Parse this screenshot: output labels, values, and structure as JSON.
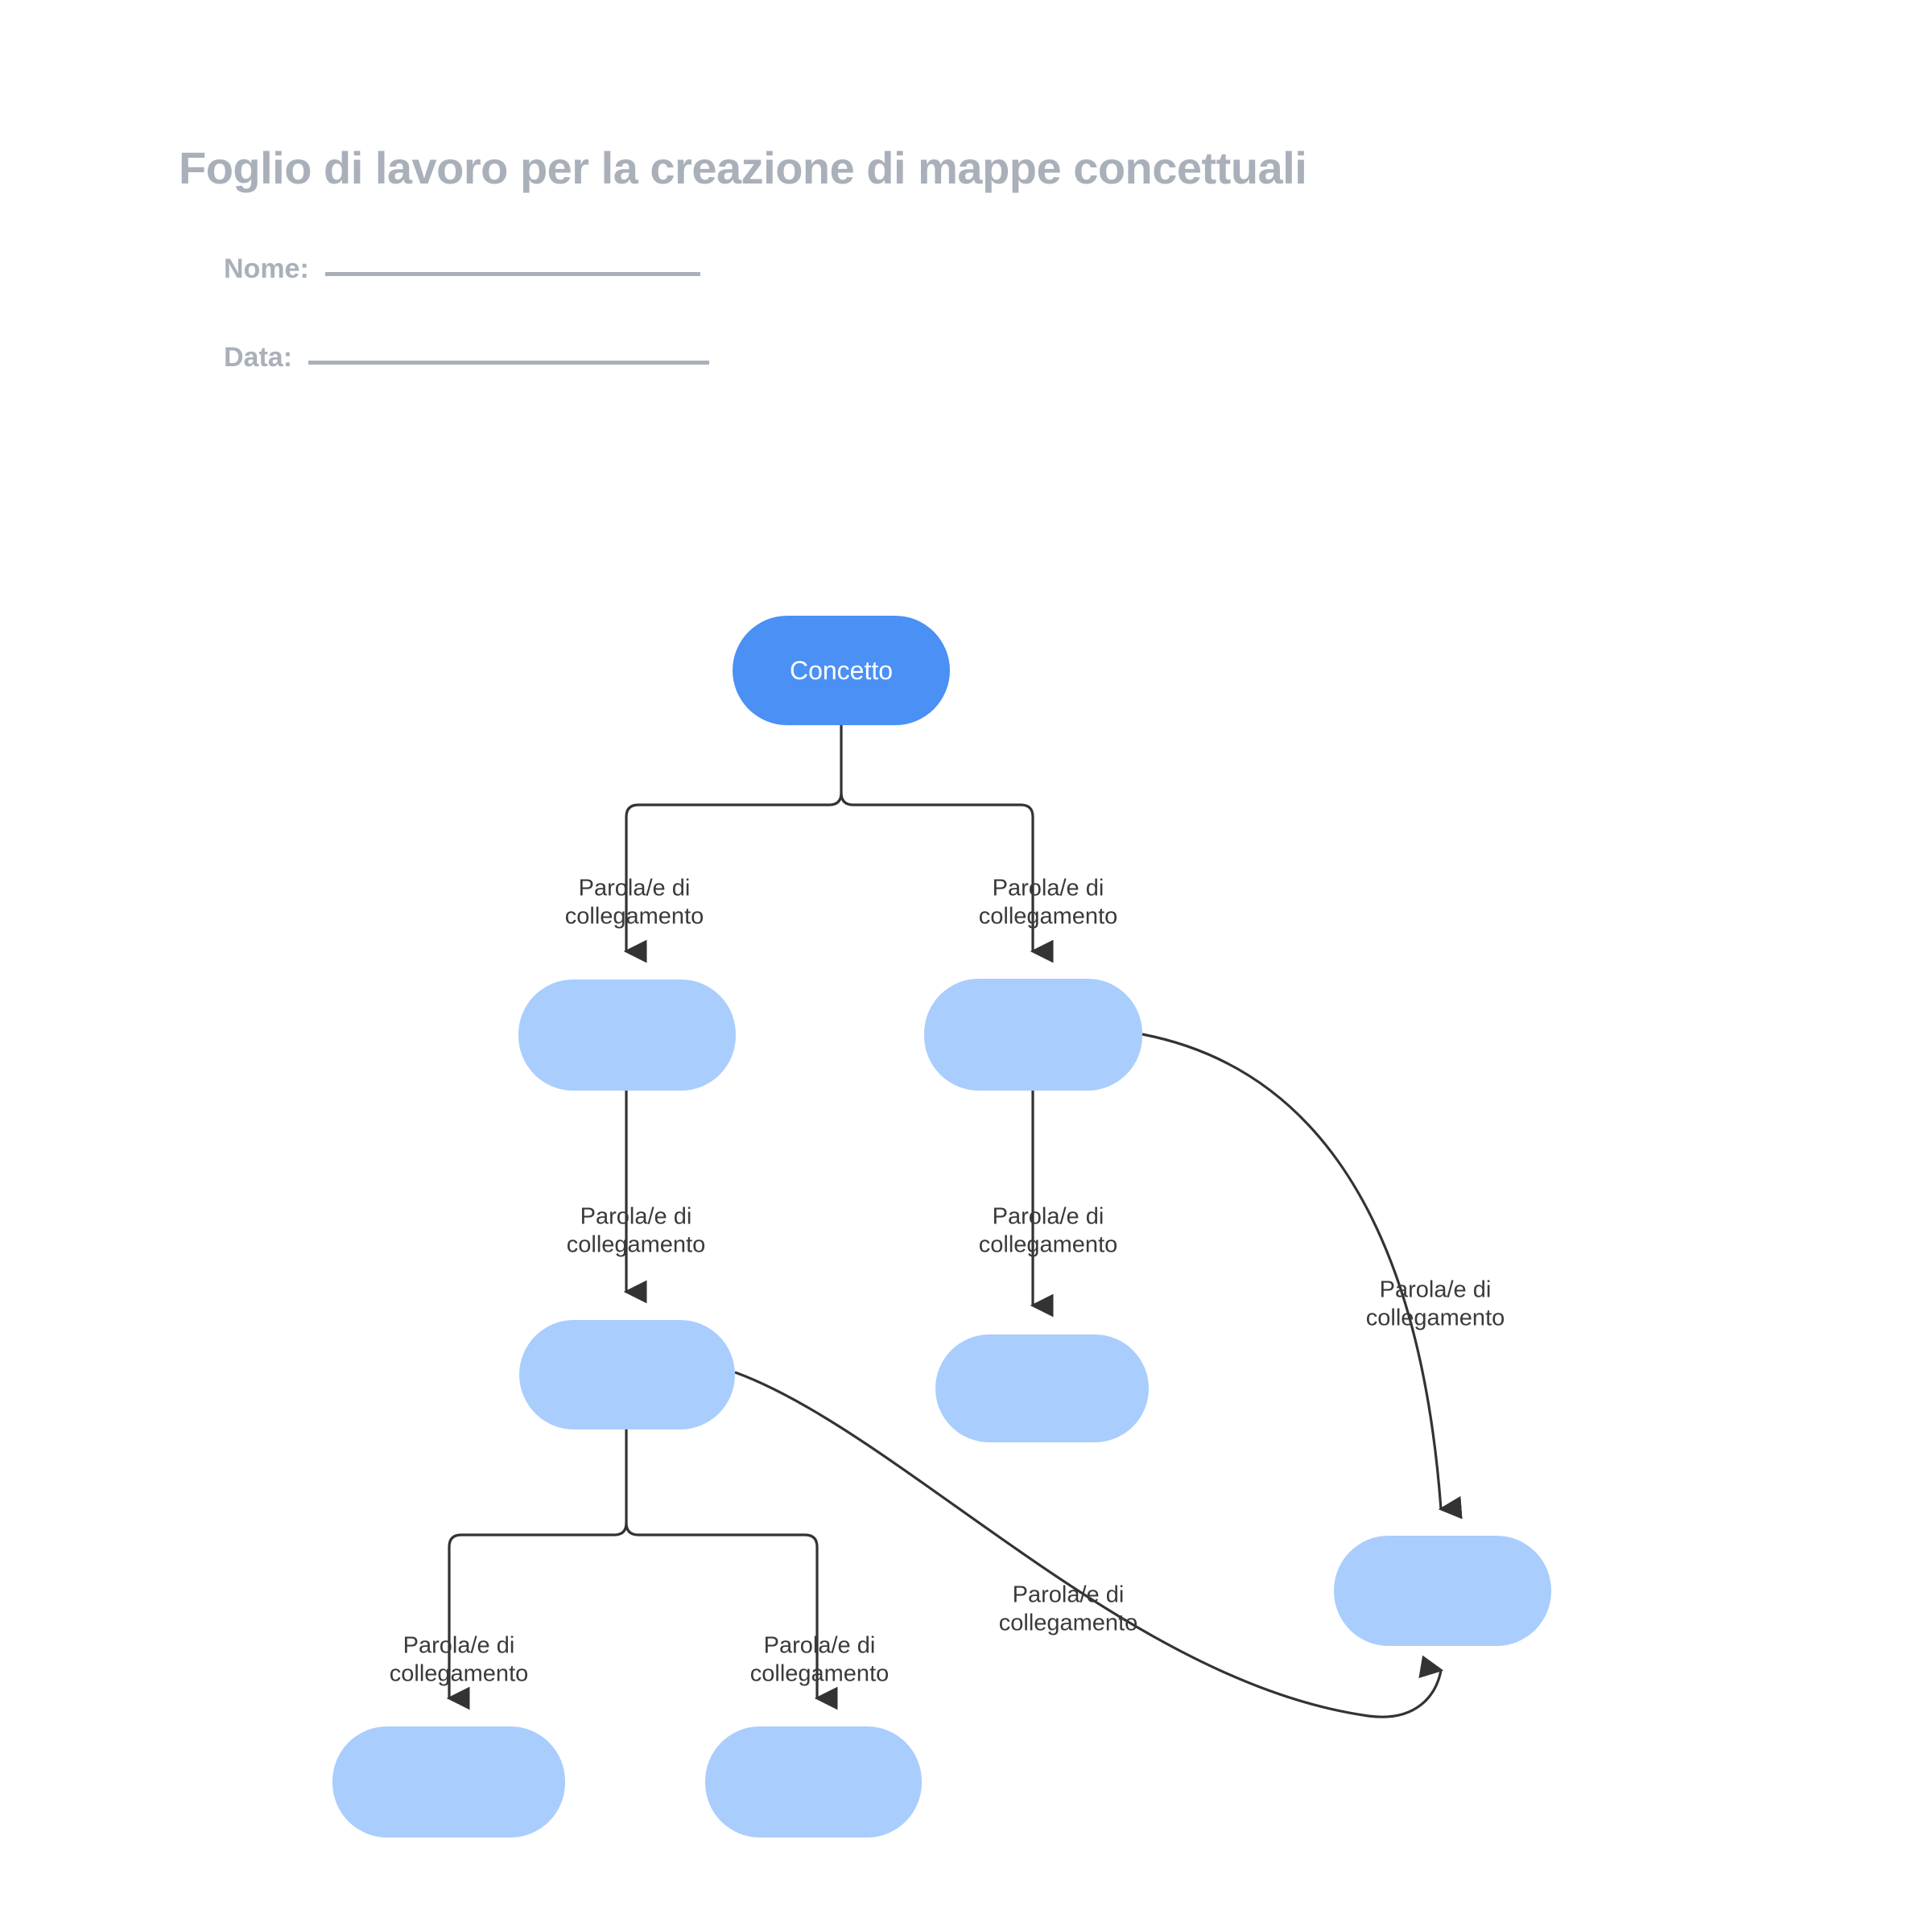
{
  "header": {
    "title": "Foglio di lavoro per la creazione di mappe concettuali",
    "fields": [
      {
        "label": "Nome:",
        "value": ""
      },
      {
        "label": "Data:",
        "value": ""
      }
    ]
  },
  "colors": {
    "title": "#a9b0ba",
    "root_node": "#4a90f5",
    "blank_node": "#a9cdfd",
    "connector": "#333333",
    "label_text": "#3a3a3a",
    "page_background": "#ffffff"
  },
  "map": {
    "root_label": "Concetto",
    "link_label": "Parola/e di\ncollegamento",
    "nodes": [
      {
        "id": "root",
        "label": "Concetto",
        "kind": "root"
      },
      {
        "id": "n-l1",
        "label": "",
        "kind": "blank"
      },
      {
        "id": "n-r1",
        "label": "",
        "kind": "blank"
      },
      {
        "id": "n-l2",
        "label": "",
        "kind": "blank"
      },
      {
        "id": "n-r2",
        "label": "",
        "kind": "blank"
      },
      {
        "id": "n-leaf-a",
        "label": "",
        "kind": "blank"
      },
      {
        "id": "n-leaf-b",
        "label": "",
        "kind": "blank"
      },
      {
        "id": "n-bottom-r",
        "label": "",
        "kind": "blank"
      }
    ],
    "edges": [
      {
        "from": "root",
        "to": "n-l1",
        "label": "Parola/e di\ncollegamento"
      },
      {
        "from": "root",
        "to": "n-r1",
        "label": "Parola/e di\ncollegamento"
      },
      {
        "from": "n-l1",
        "to": "n-l2",
        "label": "Parola/e di\ncollegamento"
      },
      {
        "from": "n-r1",
        "to": "n-r2",
        "label": "Parola/e di\ncollegamento"
      },
      {
        "from": "n-r1",
        "to": "n-bottom-r",
        "label": "Parola/e di\ncollegamento"
      },
      {
        "from": "n-l2",
        "to": "n-leaf-a",
        "label": "Parola/e di\ncollegamento"
      },
      {
        "from": "n-l2",
        "to": "n-leaf-b",
        "label": "Parola/e di\ncollegamento"
      },
      {
        "from": "n-l2",
        "to": "n-bottom-r",
        "label": "Parola/e di\ncollegamento"
      }
    ]
  }
}
